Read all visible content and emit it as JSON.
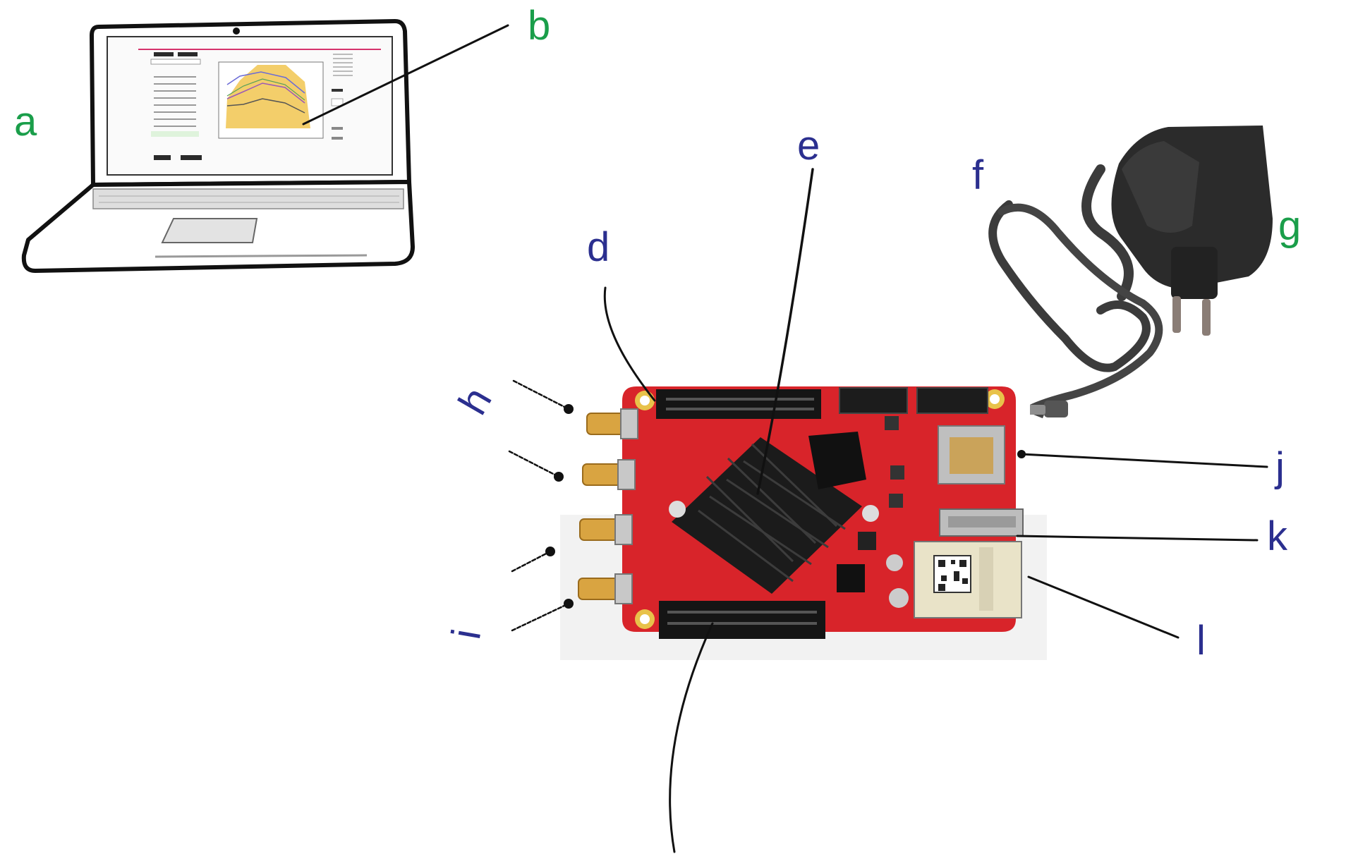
{
  "labels": {
    "a": "a",
    "b": "b",
    "d": "d",
    "e": "e",
    "f": "f",
    "g": "g",
    "h": "h",
    "i": "i",
    "j": "j",
    "k": "k",
    "l": "l"
  },
  "colors": {
    "label_green": "#1a9e4a",
    "label_blue": "#2b2f8f",
    "board_red": "#d8242a",
    "heatsink": "#1b1b1b",
    "connector_gold": "#d9a441",
    "chart_fill": "#f2c95a",
    "accent_pink": "#d6336c"
  },
  "icons": [
    "laptop-icon",
    "pcb-board-icon",
    "power-adapter-icon",
    "usb-cable-icon",
    "heatsink-icon",
    "sma-connector-icon"
  ]
}
